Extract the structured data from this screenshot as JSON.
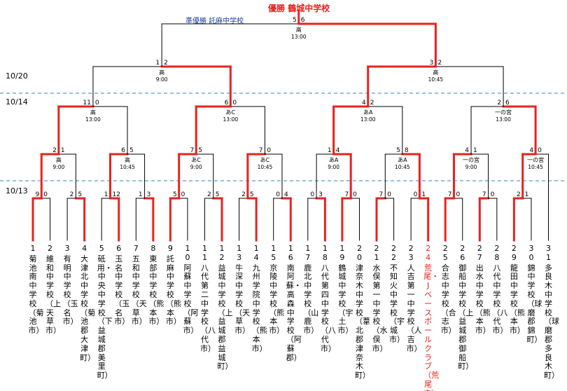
{
  "champion": {
    "label": "優勝",
    "team": "鶴城中学校"
  },
  "runner_up": {
    "label": "準優勝",
    "team": "託麻中学校"
  },
  "dates": [
    "10/20",
    "10/14",
    "10/13"
  ],
  "teams": [
    {
      "no": "1",
      "name": "菊池南中学校（菊池市）"
    },
    {
      "no": "2",
      "name": "維和中学校（上天草市）"
    },
    {
      "no": "3",
      "name": "有明中学校（玉名市）"
    },
    {
      "no": "4",
      "name": "大津北中学校（菊池郡大津町）"
    },
    {
      "no": "5",
      "name": "砥用・中央中学校（下益城郡美里町）"
    },
    {
      "no": "6",
      "name": "玉名中学校（玉名市）"
    },
    {
      "no": "7",
      "name": "五和中学校（天草市）"
    },
    {
      "no": "8",
      "name": "東部中学校（熊本市）"
    },
    {
      "no": "9",
      "name": "託麻中学校（熊本市）"
    },
    {
      "no": "10",
      "name": "阿蘇中学校（阿蘇市）"
    },
    {
      "no": "11",
      "name": "八代第二中学校（八代市）"
    },
    {
      "no": "12",
      "name": "益城中学校（上益城郡益城町）"
    },
    {
      "no": "13",
      "name": "牛深中学校（天草市）"
    },
    {
      "no": "14",
      "name": "九州学院中学校（熊本市）"
    },
    {
      "no": "15",
      "name": "京陵中学校（熊本市）"
    },
    {
      "no": "16",
      "name": "南阿蘇・高森中学校（阿蘇郡）"
    },
    {
      "no": "17",
      "name": "鹿北中学校（山鹿市）"
    },
    {
      "no": "18",
      "name": "八代第四中学校（八代市）"
    },
    {
      "no": "19",
      "name": "鶴城中学校（宇土市）"
    },
    {
      "no": "20",
      "name": "津奈木中学校（葦北郡津奈木町）"
    },
    {
      "no": "21",
      "name": "水俣第一中学校（水俣市）"
    },
    {
      "no": "22",
      "name": "不知火中学校（宇城市）"
    },
    {
      "no": "23",
      "name": "人吉第一中学校（人吉市）"
    },
    {
      "no": "24",
      "name": "荒尾・Jベースボールクラブ（荒尾市）"
    },
    {
      "no": "25",
      "name": "合志中学校（合志市）"
    },
    {
      "no": "26",
      "name": "御船中学校（上益城郡御船町）"
    },
    {
      "no": "27",
      "name": "出水中学校（熊本市）"
    },
    {
      "no": "28",
      "name": "八代中学校（八代市）"
    },
    {
      "no": "29",
      "name": "龍田中学校（熊本市）"
    },
    {
      "no": "30",
      "name": "錦中学校（球磨郡錦町）"
    },
    {
      "no": "31",
      "name": "多良木中学校（球磨郡多良木町）"
    }
  ],
  "colors": {
    "winner": "#e8231e",
    "line": "#000000",
    "divider": "#3a7fc1",
    "runner": "#1a3fa6"
  },
  "matches": [
    {
      "id": "r1-a",
      "top": "1",
      "bottom": "2",
      "venue": "",
      "time": "",
      "scores": [
        "9",
        "0"
      ],
      "winner": "top"
    },
    {
      "id": "r1-b",
      "top": "3",
      "bottom": "4",
      "venue": "",
      "time": "",
      "scores": [
        "2",
        "5"
      ],
      "winner": "bottom"
    },
    {
      "id": "r1-c",
      "top": "5",
      "bottom": "6",
      "venue": "",
      "time": "",
      "scores": [
        "1",
        "12"
      ],
      "winner": "bottom"
    },
    {
      "id": "r1-d",
      "top": "7",
      "bottom": "8",
      "venue": "",
      "time": "",
      "scores": [
        "1",
        "3"
      ],
      "winner": "bottom"
    },
    {
      "id": "r1-e",
      "top": "9",
      "bottom": "10",
      "venue": "",
      "time": "",
      "scores": [
        "5",
        "0"
      ],
      "winner": "top"
    },
    {
      "id": "r1-f",
      "top": "11",
      "bottom": "12",
      "venue": "",
      "time": "",
      "scores": [
        "2",
        "5"
      ],
      "winner": "bottom"
    },
    {
      "id": "r1-g",
      "top": "13",
      "bottom": "14",
      "venue": "",
      "time": "",
      "scores": [
        "2",
        "5"
      ],
      "winner": "bottom"
    },
    {
      "id": "r1-h",
      "top": "15",
      "bottom": "16",
      "venue": "",
      "time": "",
      "scores": [
        "0",
        "4"
      ],
      "winner": "bottom"
    },
    {
      "id": "r1-i",
      "top": "17",
      "bottom": "18",
      "venue": "",
      "time": "",
      "scores": [
        "0",
        "3"
      ],
      "winner": "bottom"
    },
    {
      "id": "r1-j",
      "top": "19",
      "bottom": "20",
      "venue": "",
      "time": "",
      "scores": [
        "7",
        "0"
      ],
      "winner": "top"
    },
    {
      "id": "r1-k",
      "top": "21",
      "bottom": "22",
      "venue": "",
      "time": "",
      "scores": [
        "7",
        "0"
      ],
      "winner": "top"
    },
    {
      "id": "r1-l",
      "top": "23",
      "bottom": "24",
      "venue": "",
      "time": "",
      "scores": [
        "0",
        "1"
      ],
      "winner": "bottom"
    },
    {
      "id": "r1-m",
      "top": "25",
      "bottom": "26",
      "venue": "",
      "time": "",
      "scores": [
        "7",
        "0"
      ],
      "winner": "top"
    },
    {
      "id": "r1-n",
      "top": "27",
      "bottom": "28",
      "venue": "",
      "time": "",
      "scores": [
        "7",
        "0"
      ],
      "winner": "top"
    },
    {
      "id": "r1-o",
      "top": "29",
      "bottom": "30",
      "venue": "",
      "time": "",
      "scores": [
        "2",
        "1"
      ],
      "winner": "top"
    },
    {
      "id": "r2-a",
      "top": "r1-a",
      "bottom": "r1-b",
      "venue": "高",
      "time": "9:00",
      "scores": [
        "2",
        "1"
      ],
      "winner": "top"
    },
    {
      "id": "r2-b",
      "top": "r1-c",
      "bottom": "r1-d",
      "venue": "高",
      "time": "10:45",
      "scores": [
        "6",
        "5"
      ],
      "winner": "top"
    },
    {
      "id": "r2-c",
      "top": "r1-e",
      "bottom": "r1-f",
      "venue": "あC",
      "time": "9:00",
      "scores": [
        "7",
        "5"
      ],
      "winner": "top"
    },
    {
      "id": "r2-d",
      "top": "r1-g",
      "bottom": "r1-h",
      "venue": "あC",
      "time": "10:45",
      "scores": [
        "7",
        "0"
      ],
      "winner": "top"
    },
    {
      "id": "r2-e",
      "top": "r1-i",
      "bottom": "r1-j",
      "venue": "あA",
      "time": "9:00",
      "scores": [
        "1",
        "4"
      ],
      "winner": "bottom"
    },
    {
      "id": "r2-f",
      "top": "r1-k",
      "bottom": "r1-l",
      "venue": "あA",
      "time": "10:45",
      "scores": [
        "5",
        "8"
      ],
      "winner": "bottom"
    },
    {
      "id": "r2-g",
      "top": "r1-m",
      "bottom": "r1-n",
      "venue": "一の宮",
      "time": "9:00",
      "scores": [
        "4",
        "1"
      ],
      "winner": "top"
    },
    {
      "id": "r2-h",
      "top": "r1-o",
      "bottom": "31",
      "venue": "一の宮",
      "time": "10:45",
      "scores": [
        "4",
        "0"
      ],
      "winner": "top"
    },
    {
      "id": "r3-a",
      "top": "r2-a",
      "bottom": "r2-b",
      "venue": "高",
      "time": "13:00",
      "scores": [
        "11",
        "0"
      ],
      "winner": "top"
    },
    {
      "id": "r3-b",
      "top": "r2-c",
      "bottom": "r2-d",
      "venue": "あC",
      "time": "13:00",
      "scores": [
        "6",
        "0"
      ],
      "winner": "top"
    },
    {
      "id": "r3-c",
      "top": "r2-e",
      "bottom": "r2-f",
      "venue": "あA",
      "time": "13:00",
      "scores": [
        "4",
        "2"
      ],
      "winner": "top"
    },
    {
      "id": "r3-d",
      "top": "r2-g",
      "bottom": "r2-h",
      "venue": "一の宮",
      "time": "13:00",
      "scores": [
        "2",
        "6"
      ],
      "winner": "bottom"
    },
    {
      "id": "sf-a",
      "top": "r3-a",
      "bottom": "r3-b",
      "venue": "高",
      "time": "9:00",
      "scores": [
        "1",
        "2"
      ],
      "winner": "bottom"
    },
    {
      "id": "sf-b",
      "top": "r3-c",
      "bottom": "r3-d",
      "venue": "高",
      "time": "10:45",
      "scores": [
        "3",
        "2"
      ],
      "winner": "top"
    },
    {
      "id": "final",
      "top": "sf-a",
      "bottom": "sf-b",
      "venue": "高",
      "time": "13:00",
      "scores": [
        "5",
        "6"
      ],
      "winner": "bottom"
    }
  ]
}
